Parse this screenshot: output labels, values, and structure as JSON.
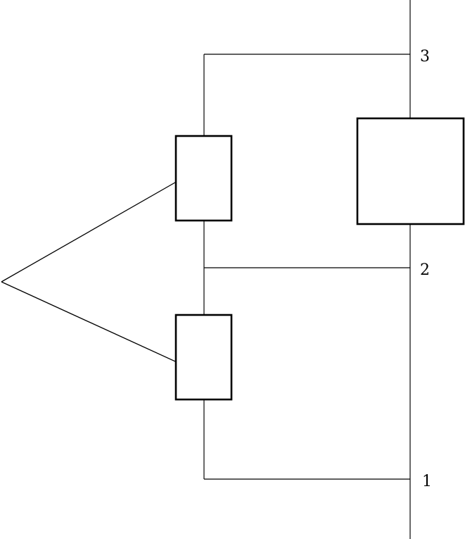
{
  "diagram": {
    "terminals": [
      {
        "id": "t3",
        "label": "3"
      },
      {
        "id": "t2",
        "label": "2"
      },
      {
        "id": "t1",
        "label": "1"
      }
    ],
    "colors": {
      "line": "#000000",
      "background": "#ffffff"
    }
  }
}
